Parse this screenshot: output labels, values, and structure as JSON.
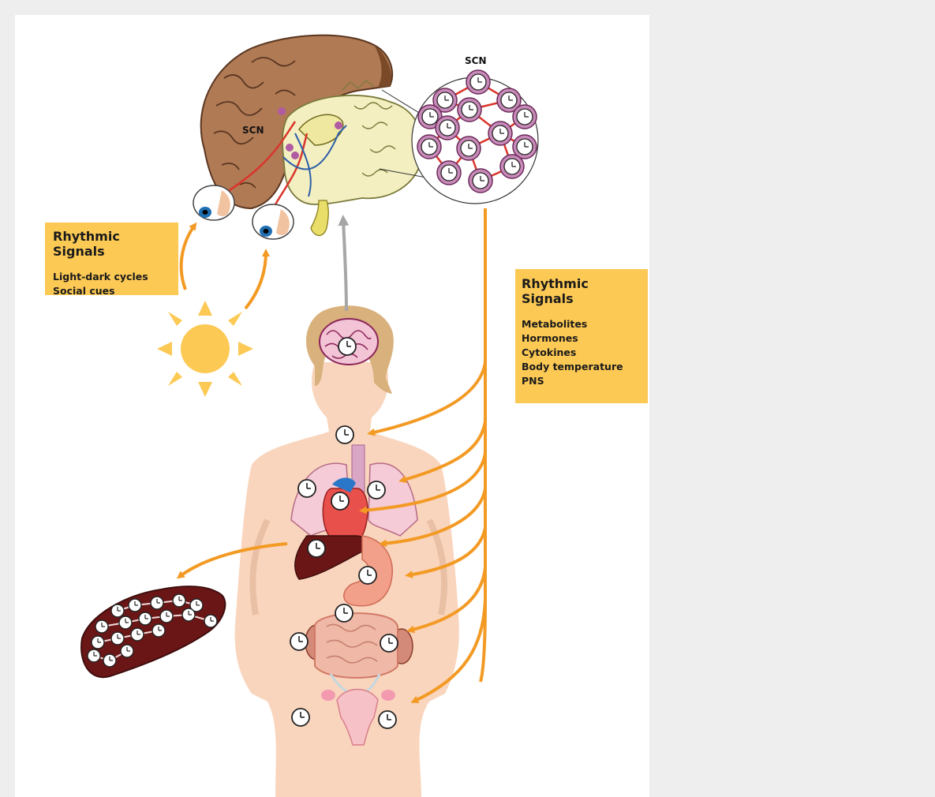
{
  "panel": {
    "background": "#ffffff",
    "page_background": "#eeeeee"
  },
  "labels": {
    "scn_brain": "SCN",
    "scn_zoom": "SCN"
  },
  "signals_left": {
    "title": "Rhythmic Signals",
    "items": [
      "Light-dark cycles",
      "Social cues"
    ]
  },
  "signals_right": {
    "title": "Rhythmic Signals",
    "items": [
      "Metabolites",
      "Hormones",
      "Cytokines",
      "Body temperature",
      "PNS"
    ]
  },
  "colors": {
    "box": "#fcc954",
    "arrow": "#f39a24",
    "arrow_gray": "#a6a6a6",
    "skin": "#f9d5bd",
    "hair": "#d9b17d",
    "brain": "#b07a55",
    "liver": "#7a1c1c",
    "scn_cell": "#c88ab8",
    "sun": "#fcc954"
  },
  "icons": [
    "clock-icon",
    "sun-icon",
    "eye-icon",
    "brain-illustration",
    "liver-illustration",
    "body-silhouette"
  ]
}
